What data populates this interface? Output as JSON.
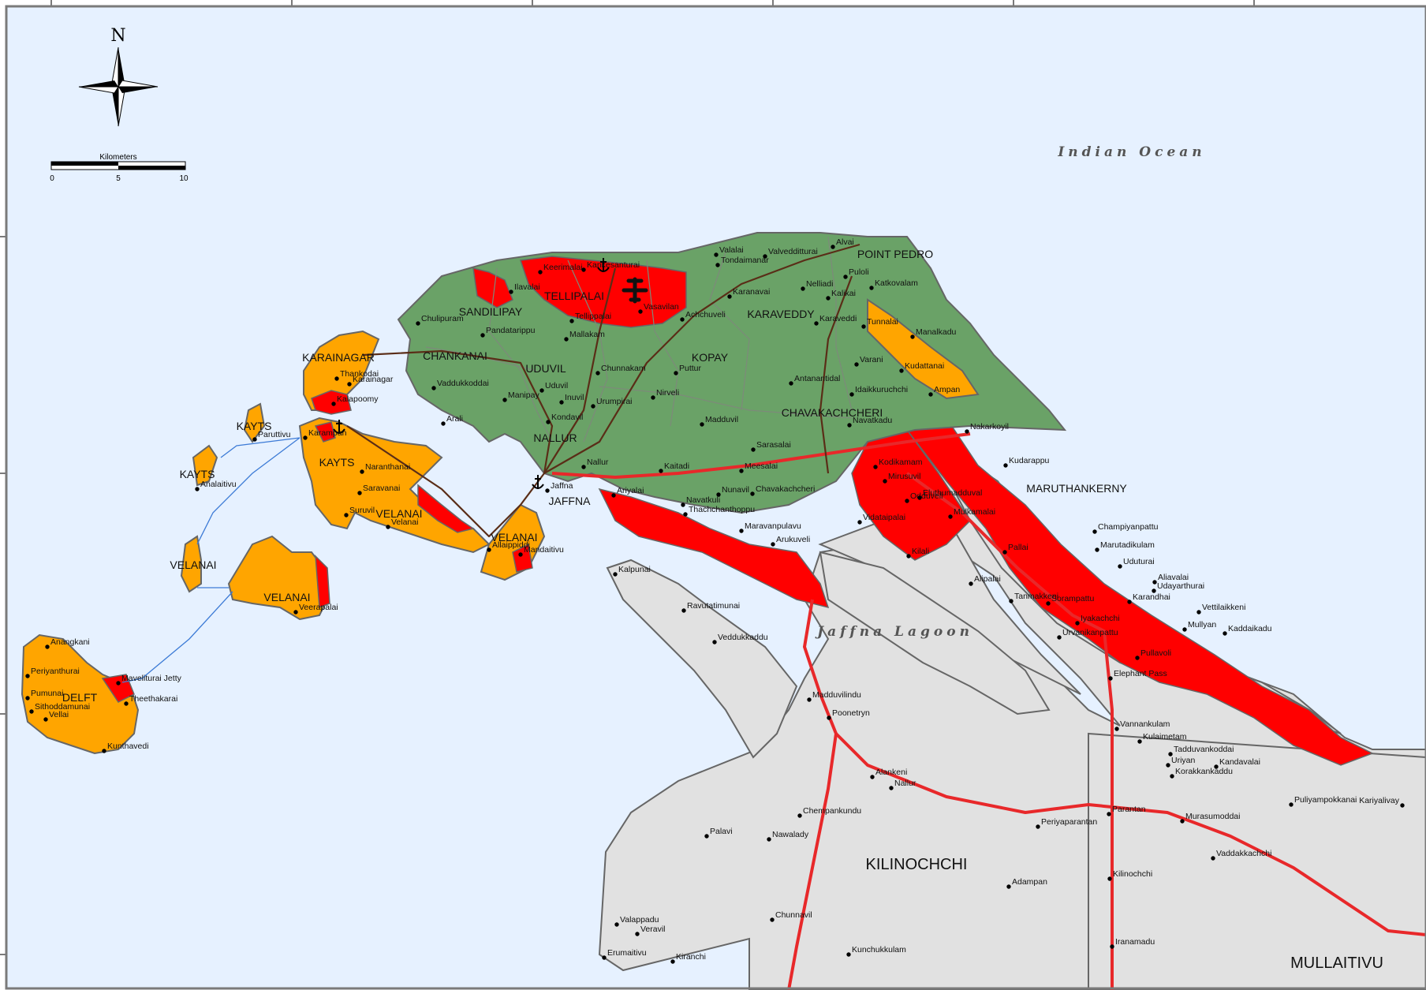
{
  "colors": {
    "sea": "#e6f1ff",
    "frame": "#7a7a7a",
    "green_zone": "#6aa267",
    "red_zone": "#ff0000",
    "orange_zone": "#ffa500",
    "mainland_grey": "#e1e1e1",
    "road_red": "#e8282a",
    "road_brown": "#5a2d17",
    "ferry_blue": "#3d7bd6"
  },
  "icons": [
    "north-arrow-icon",
    "airport-icon",
    "harbour-anchor-icon"
  ],
  "compass": {
    "letter": "N"
  },
  "scale_bar": {
    "title": "Kilometers",
    "ticks": [
      "0",
      "5",
      "10"
    ]
  },
  "water_labels": {
    "ocean": "Indian Ocean",
    "lagoon": "Jaffna Lagoon"
  },
  "divisions": [
    "TELLIPALAI",
    "SANDILIPAY",
    "CHANKANAI",
    "UDUVIL",
    "KOPAY",
    "KARAVEDDY",
    "POINT PEDRO",
    "CHAVAKACHCHERI",
    "NALLUR",
    "JAFFNA",
    "KARAINAGAR",
    "KAYTS",
    "KAYTS",
    "KAYTS",
    "VELANAI",
    "VELANAI",
    "VELANAI",
    "VELANAI",
    "DELFT",
    "MARUTHANKERNY",
    "KILINOCHCHI",
    "MULLAITIVU"
  ],
  "towns": [
    "Keerimalai",
    "Kankesanturai",
    "Ilavalai",
    "Chulipuram",
    "Pandatarippu",
    "Tellippalai",
    "Vasavilan",
    "Achchuveli",
    "Mallakam",
    "Valalai",
    "Tondaimanar",
    "Valvedditturai",
    "Alvai",
    "Nelliadi",
    "Puloli",
    "Katkovalam",
    "Karanavai",
    "Kalikai",
    "Karaveddi",
    "Tunnalai",
    "Manalkadu",
    "Kudattanai",
    "Varani",
    "Idaikkuruchchi",
    "Ampan",
    "Antanantidal",
    "Puttur",
    "Chunnakam",
    "Vaddukkoddai",
    "Manipay",
    "Uduvil",
    "Inuvil",
    "Kondavil",
    "Urumpirai",
    "Nirveli",
    "Madduvil",
    "Navatkadu",
    "Arali",
    "Nallur",
    "Kaitadi",
    "Sarasalai",
    "Meesalai",
    "Kodikamam",
    "Mirusuvil",
    "Jaffna",
    "Ariyalai",
    "Navatkuli",
    "Nunavil",
    "Chavakachcheri",
    "Thachchanthoppu",
    "Maravanpulavu",
    "Arukuveli",
    "Odduveli",
    "Eluthumadduval",
    "Mulkamalai",
    "Vidataipalai",
    "Kilali",
    "Nakarkoyil",
    "Kudarappu",
    "Thankodai",
    "Karainagar",
    "Kalapoomy",
    "Karampan",
    "Naranthanai",
    "Saravanai",
    "Suruvil",
    "Velanai",
    "Allaippiddi",
    "Mandaitivu",
    "Paruttivu",
    "Analaitivu",
    "Veerapalai",
    "Anangkani",
    "Periyanthurai",
    "Maveliturai Jetty",
    "Pumunai",
    "Theethakarai",
    "Sithoddamunai",
    "Vellai",
    "Kunthavedi",
    "Kalpunai",
    "Ravutatimunai",
    "Veddukkaddu",
    "Madduvilindu",
    "Poonetryn",
    "Pallai",
    "Alipalai",
    "Tanmakkeni",
    "Sorampattu",
    "Iyakachchi",
    "Urvanikanpattu",
    "Champiyanpattu",
    "Marutadikulam",
    "Uduturai",
    "Aliavalai",
    "Udayarthurai",
    "Karandhai",
    "Vettilaikkeni",
    "Mullyan",
    "Kaddaikadu",
    "Pullavoli",
    "Elephant Pass",
    "Vannankulam",
    "Kulaimetam",
    "Tadduvankoddai",
    "Uriyan",
    "Kandavalai",
    "Korakkankaddu",
    "Puliyampokkanai",
    "Kariyalivay",
    "Alankeni",
    "Nallur",
    "Chempankundu",
    "Nawalady",
    "Palavi",
    "Periyaparantan",
    "Parantan",
    "Murasumoddai",
    "Vaddakkachchi",
    "Adampan",
    "Kilinochchi",
    "Chunnavil",
    "Valappadu",
    "Veravil",
    "Erumaitivu",
    "Kiranchi",
    "Kunchukkulam",
    "Iranamadu"
  ]
}
